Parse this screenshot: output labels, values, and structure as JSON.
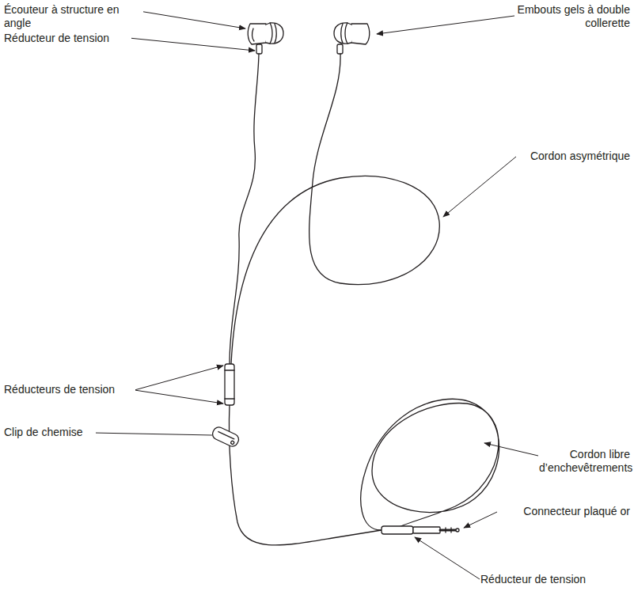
{
  "diagram": {
    "labels": [
      "Écouteur à structure en angle",
      "Réducteur de tension",
      "Embouts gels à double collerette",
      "Cordon asymétrique",
      "Réducteurs de tension",
      "Clip de chemise",
      "Cordon libre d’enchevêtrements",
      "Connecteur plaqué or",
      "Réducteur de tension"
    ]
  }
}
